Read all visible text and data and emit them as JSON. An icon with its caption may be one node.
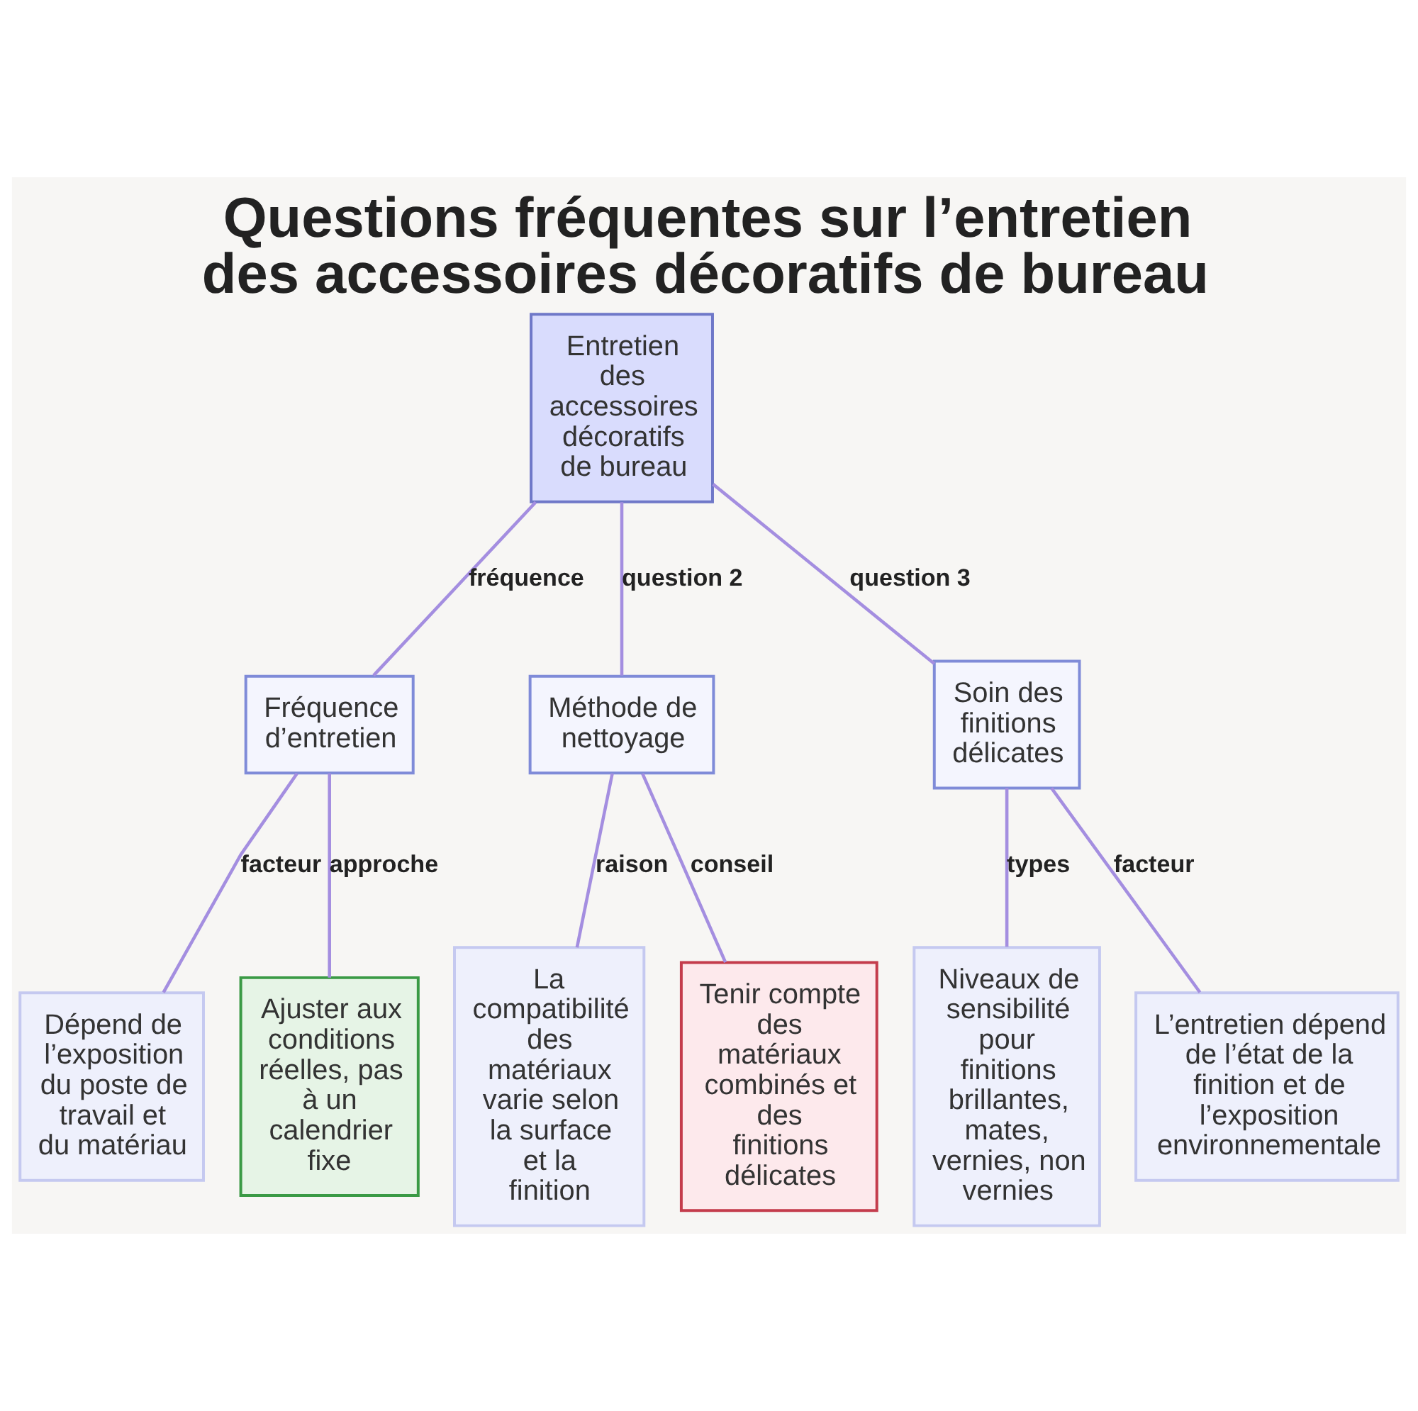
{
  "diagram": {
    "title": "Questions fréquentes sur l’entretien des accessoires décoratifs de bureau",
    "nodes": [
      {
        "text": [
          "Entretien des accessoires décoratifs de bureau"
        ]
      },
      {
        "text": [
          "Fréquence d’entretien"
        ]
      },
      {
        "text": [
          "Méthode de nettoyage"
        ]
      },
      {
        "text": [
          "Soin des finitions délicates"
        ]
      },
      {
        "text": [
          "Dépend de l’exposition du poste de travail et du matériau"
        ]
      },
      {
        "text": [
          "Ajuster aux conditions réelles, pas à un calendrier fixe"
        ]
      },
      {
        "text": [
          "La compatibilité des matériaux varie selon la surface et la finition"
        ]
      },
      {
        "text": [
          "Tenir compte des matériaux combinés et des finitions délicates"
        ]
      },
      {
        "text": [
          "Niveaux de sensibilité pour finitions brillantes, mates, vernies, non vernies"
        ]
      },
      {
        "text": [
          "L’entretien dépend de l’état de la finition et de l’exposition environnementale"
        ]
      }
    ],
    "edges": [
      {
        "from": 0,
        "to": 1,
        "arrow": "none",
        "label": "fréquence"
      },
      {
        "from": 0,
        "to": 2,
        "arrow": "none",
        "label": "question 2"
      },
      {
        "from": 0,
        "to": 3,
        "arrow": "none",
        "label": "question 3"
      },
      {
        "from": 1,
        "to": 4,
        "arrow": "none",
        "label": "facteur"
      },
      {
        "from": 1,
        "to": 5,
        "arrow": "none",
        "label": "approche"
      },
      {
        "from": 2,
        "to": 6,
        "arrow": "none",
        "label": "raison"
      },
      {
        "from": 2,
        "to": 7,
        "arrow": "none",
        "label": "conseil"
      },
      {
        "from": 3,
        "to": 8,
        "arrow": "none",
        "label": "types"
      },
      {
        "from": 3,
        "to": 9,
        "arrow": "none",
        "label": "facteur"
      }
    ]
  }
}
